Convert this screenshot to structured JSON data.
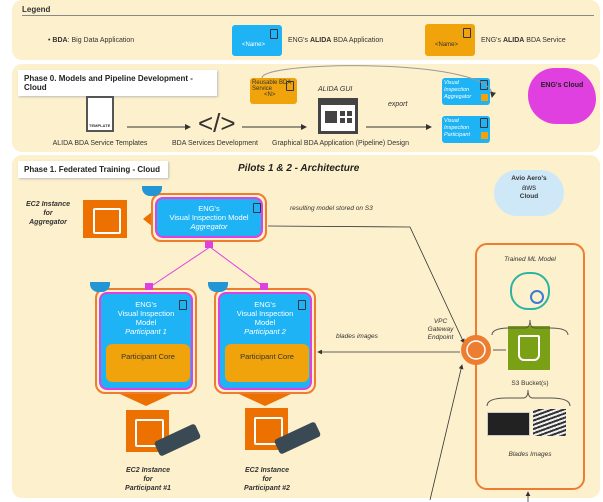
{
  "legend": {
    "title": "Legend",
    "bullet_term": "BDA",
    "bullet_text": ": Big Data Application",
    "app_box": "<Name>",
    "app_label_pre": "ENG's ",
    "app_label_bold": "ALIDA",
    "app_label_post": " BDA Application",
    "svc_box": "<Name>",
    "svc_label_pre": "ENG's ",
    "svc_label_bold": "ALIDA",
    "svc_label_post": " BDA Service"
  },
  "phase0": {
    "title": "Phase 0. Models and Pipeline Development - Cloud",
    "template_tag": "TEMPLATE",
    "templates_caption": "ALIDA BDA Service Templates",
    "dev_symbol": "</>",
    "dev_caption": "BDA Services Development",
    "reusable": "Reusable BDA Service",
    "reusable_n": "<N>",
    "gui_title": "ALIDA GUI",
    "gui_caption": "Graphical BDA Application (Pipeline) Design",
    "export": "export",
    "agg_box": [
      "Visual",
      "Inspection",
      "Aggregator"
    ],
    "part_box": [
      "Visual",
      "Inspection",
      "Participant"
    ],
    "cloud": "ENG's Cloud"
  },
  "phase1": {
    "title": "Phase 1. Federated Training -  Cloud",
    "diagram_title": "Pilots 1 & 2 - Architecture",
    "aws_cloud": {
      "line1": "Avio Aero's",
      "logo": "aws",
      "line2": "Cloud"
    },
    "ec2_agg": [
      "EC2 Instance",
      "for",
      "Aggregator"
    ],
    "aggregator": {
      "l1": "ENG's",
      "l2": "Visual Inspection Model",
      "l3": "Aggregator"
    },
    "participants": [
      {
        "l1": "ENG's",
        "l2": "Visual Inspection",
        "l3": "Model",
        "l4": "Participant 1",
        "core": "Participant Core",
        "ec2": [
          "EC2 Instance",
          "for",
          "Participant #1"
        ]
      },
      {
        "l1": "ENG's",
        "l2": "Visual Inspection",
        "l3": "Model",
        "l4": "Participant 2",
        "core": "Participant Core",
        "ec2": [
          "EC2 Instance",
          "for",
          "Participant #2"
        ]
      }
    ],
    "stored": "resulting model stored on S3",
    "blades_flow": "blades images",
    "vpc": [
      "VPC",
      "Gateway",
      "Endpoint"
    ],
    "trained": "Trained ML Model",
    "s3": "S3 Bucket(s)",
    "blades": "Blades Images"
  },
  "colors": {
    "panel": "#fdf0cc",
    "blue": "#1eb3f5",
    "orange": "#f0a30a",
    "aws_orange": "#ed7100",
    "magenta": "#e040e0",
    "s3_green": "#7aa116"
  }
}
